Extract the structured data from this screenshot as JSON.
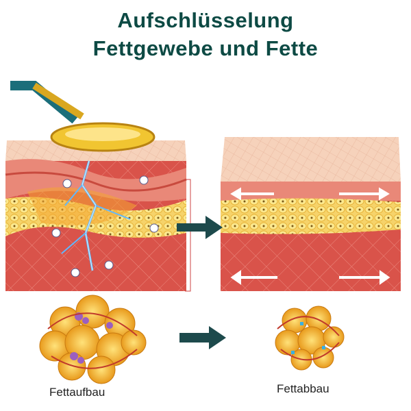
{
  "title": {
    "line1": "Aufschlüsselung",
    "line2": "Fettgewebe und Fette"
  },
  "labels": {
    "before": "Fettaufbau",
    "after": "Fettabbau"
  },
  "colors": {
    "title": "#0d4a44",
    "arrow": "#1d4a4c",
    "fat": "#f4b731",
    "muscle": "#d9534a",
    "skin": "#f3c6a8"
  }
}
